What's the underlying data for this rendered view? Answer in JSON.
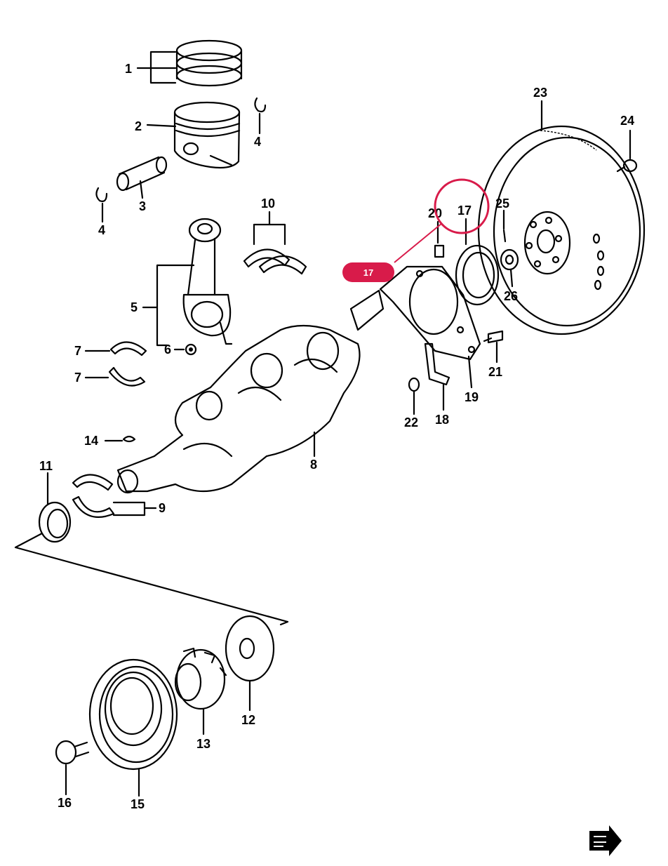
{
  "parts": [
    {
      "id": "p1",
      "label": "1"
    },
    {
      "id": "p2",
      "label": "2"
    },
    {
      "id": "p3",
      "label": "3"
    },
    {
      "id": "p4a",
      "label": "4"
    },
    {
      "id": "p4b",
      "label": "4"
    },
    {
      "id": "p5",
      "label": "5"
    },
    {
      "id": "p6",
      "label": "6"
    },
    {
      "id": "p7a",
      "label": "7"
    },
    {
      "id": "p7b",
      "label": "7"
    },
    {
      "id": "p8",
      "label": "8"
    },
    {
      "id": "p9",
      "label": "9"
    },
    {
      "id": "p10",
      "label": "10"
    },
    {
      "id": "p11",
      "label": "11"
    },
    {
      "id": "p12",
      "label": "12"
    },
    {
      "id": "p13",
      "label": "13"
    },
    {
      "id": "p14",
      "label": "14"
    },
    {
      "id": "p15",
      "label": "15"
    },
    {
      "id": "p16",
      "label": "16"
    },
    {
      "id": "p17",
      "label": "17"
    },
    {
      "id": "p18",
      "label": "18"
    },
    {
      "id": "p19",
      "label": "19"
    },
    {
      "id": "p20",
      "label": "20"
    },
    {
      "id": "p21",
      "label": "21"
    },
    {
      "id": "p22",
      "label": "22"
    },
    {
      "id": "p23",
      "label": "23"
    },
    {
      "id": "p24",
      "label": "24"
    },
    {
      "id": "p25",
      "label": "25"
    },
    {
      "id": "p26",
      "label": "26"
    }
  ],
  "callout": {
    "label": "17",
    "color": "#d81b4a"
  },
  "colors": {
    "ink": "#000000",
    "highlight": "#d81b4a"
  },
  "nav_arrow": {
    "icon": "forward-arrow-icon"
  }
}
